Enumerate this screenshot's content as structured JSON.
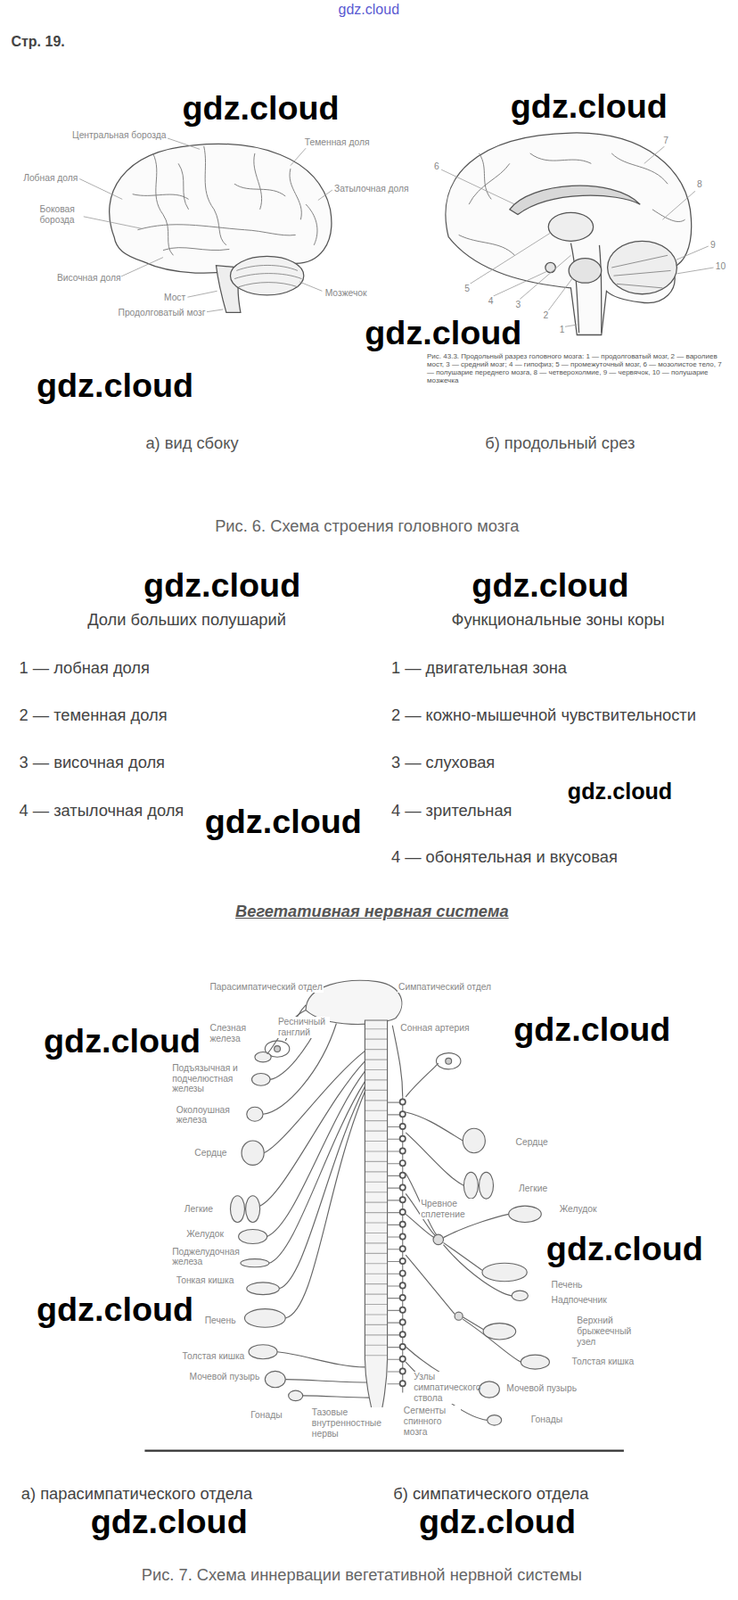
{
  "diagram": {
    "title": "Стр. 19.",
    "labels": [
      "gdz.cloud",
      "Центральная борозда",
      "Теменная доля",
      "Затылочная доля",
      "Лобная доля",
      "Боковая борозда",
      "Височная доля",
      "Мост",
      "Продолговатый мозг",
      "Мозжечок",
      "7",
      "6",
      "8",
      "9",
      "10",
      "5",
      "4",
      "3",
      "2",
      "1",
      "Рис. 43.3. Продольный разрез головного мозга: 1 — продолговатый мозг, 2 — варолиев мост, 3 — средний мозг; 4 — гипофиз; 5 — промежуточный мозг, 6 — мозолистое тело, 7 — полушарие переднего мозга, 8 — четверохолмие, 9 — червячок, 10 — полушарие мозжечка",
      "а) вид сбоку",
      "б) продольный срез",
      "Рис. 6. Схема строения головного мозга",
      "Доли больших полушарий",
      "1 — лобная доля",
      "2 — теменная доля",
      "3 — височная доля",
      "4 — затылочная доля",
      "Функциональные зоны коры",
      "1 — двигательная зона",
      "2 — кожно-мышечной чувствительности",
      "3 — слуховая",
      "4 — зрительная",
      "4 — обонятельная и вкусовая",
      "Вегетативная нервная система",
      "Парасимпатический отдел",
      "Симпатический отдел",
      "Слезная железа",
      "Ресничный ганглий",
      "Сонная артерия",
      "Подъязычная и подчелюстная железы",
      "Околоушная железа",
      "Сердце",
      "Легкие",
      "Желудок",
      "Поджелудочная железа",
      "Тонкая кишка",
      "Печень",
      "Толстая кишка",
      "Мочевой пузырь",
      "Гонады",
      "Тазовые внутренностные нервы",
      "Сердце",
      "Легкие",
      "Чревное сплетение",
      "Желудок",
      "Печень",
      "Надпочечник",
      "Верхний брыжеечный узел",
      "Толстая кишка",
      "Мочевой пузырь",
      "Гонады",
      "Узлы симпатического ствола",
      "Сегменты спинного мозга",
      "а) парасимпатического отдела",
      "б) симпатического отдела",
      "Рис. 7. Схема иннервации вегетативной нервной системы",
      "gdz.cloud",
      "gdz.cloud",
      "gdz.cloud",
      "gdz.cloud",
      "gdz.cloud",
      "gdz.cloud",
      "gdz.cloud",
      "gdz.cloud",
      "gdz.cloud",
      "gdz.cloud",
      "gdz.cloud",
      "gdz.cloud",
      "gdz.cloud",
      "gdz.cloud"
    ]
  }
}
